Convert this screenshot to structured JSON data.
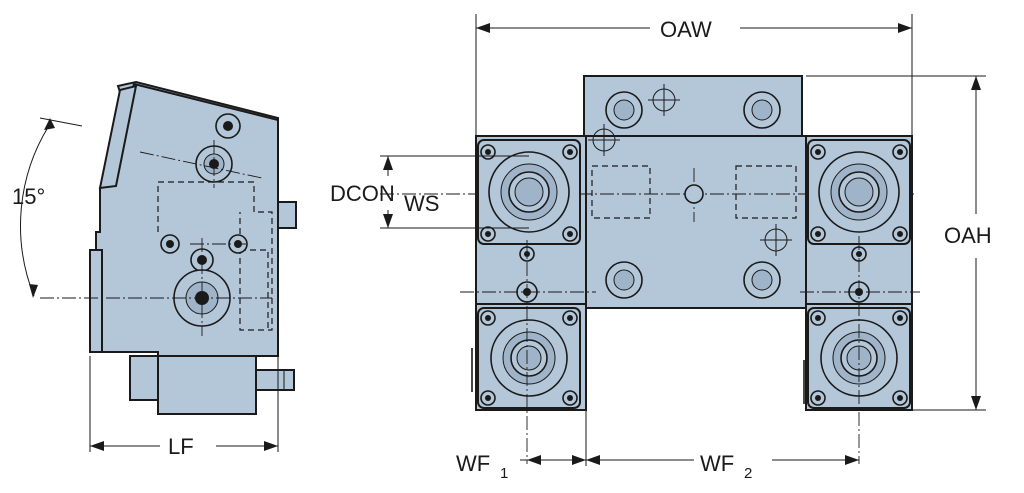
{
  "dimensions": {
    "oaw": "OAW",
    "oah": "OAH",
    "lf": "LF",
    "dcon": "DCON",
    "ws": "WS",
    "wf1_main": "WF",
    "wf1_sub": "1",
    "wf2_main": "WF",
    "wf2_sub": "2",
    "angle": "15°"
  },
  "colors": {
    "part_fill": "#b4c7d9",
    "line": "#1a1a1a"
  }
}
